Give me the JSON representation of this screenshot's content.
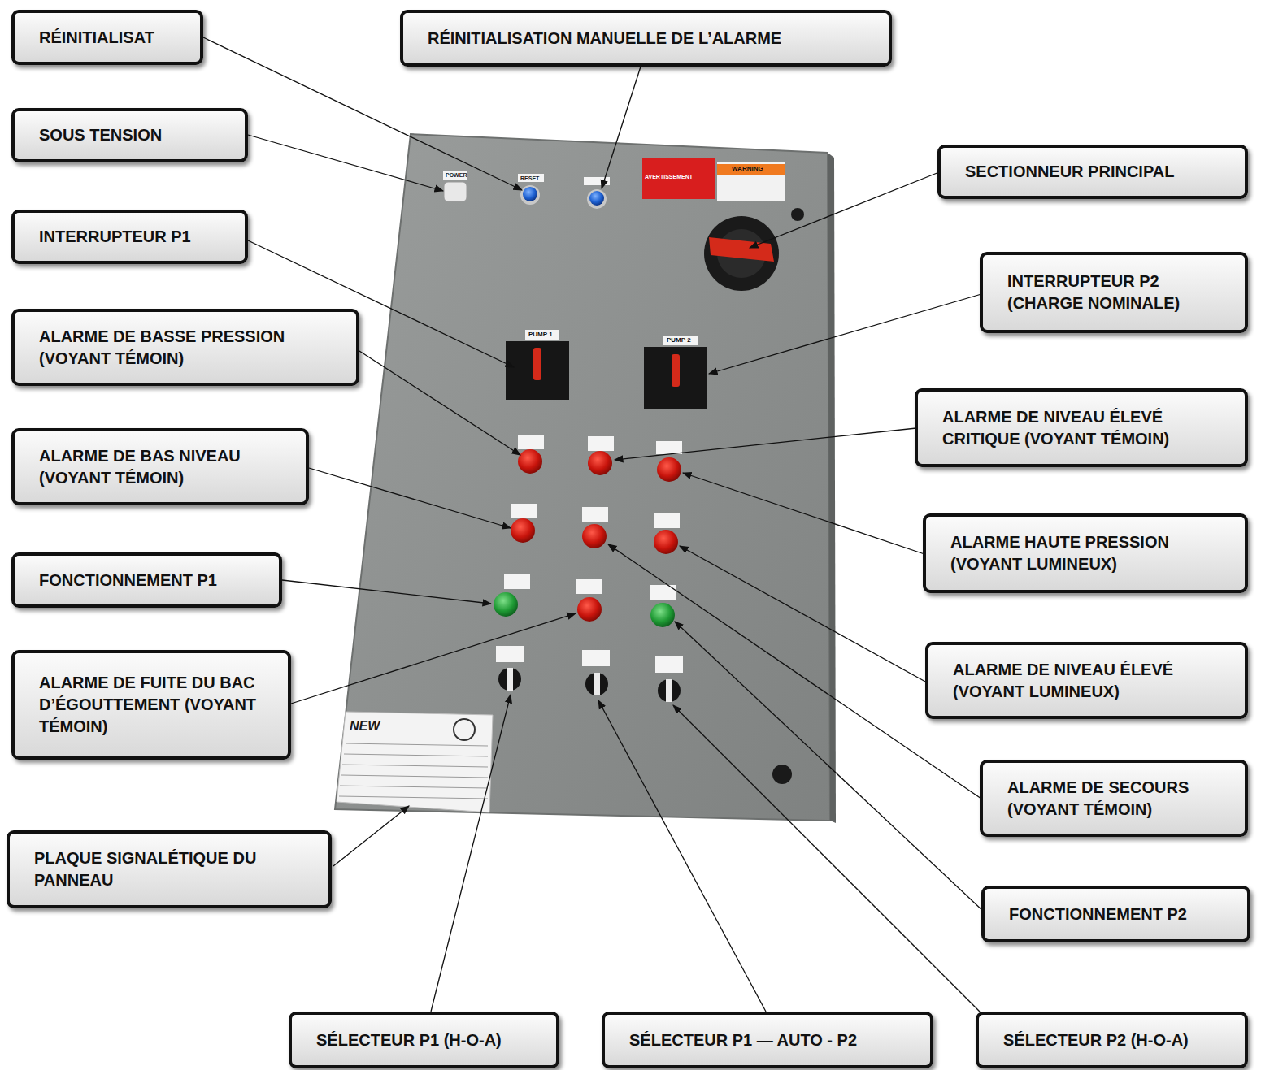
{
  "diagram": {
    "nodes": [
      {
        "text": [
          "RÉINITIALISAT"
        ]
      },
      {
        "text": [
          "RÉINITIALISATION MANUELLE DE L’ALARME"
        ]
      },
      {
        "text": [
          "SOUS TENSION"
        ]
      },
      {
        "text": [
          "SECTIONNEUR PRINCIPAL"
        ]
      },
      {
        "text": [
          "INTERRUPTEUR P1"
        ]
      },
      {
        "text": [
          "INTERRUPTEUR P2 (CHARGE NOMINALE)"
        ]
      },
      {
        "text": [
          "ALARME DE BASSE PRESSION (VOYANT TÉMOIN)"
        ]
      },
      {
        "text": [
          "ALARME DE NIVEAU ÉLEVÉ CRITIQUE (VOYANT TÉMOIN)"
        ]
      },
      {
        "text": [
          "ALARME DE BAS NIVEAU (VOYANT TÉMOIN)"
        ]
      },
      {
        "text": [
          "ALARME HAUTE PRESSION (VOYANT LUMINEUX)"
        ]
      },
      {
        "text": [
          "FONCTIONNEMENT P1"
        ]
      },
      {
        "text": [
          "ALARME DE FUITE DU BAC D’ÉGOUTTEMENT (VOYANT TÉMOIN)"
        ]
      },
      {
        "text": [
          "ALARME DE NIVEAU ÉLEVÉ (VOYANT LUMINEUX)"
        ]
      },
      {
        "text": [
          "ALARME DE SECOURS (VOYANT TÉMOIN)"
        ]
      },
      {
        "text": [
          "PLAQUE SIGNALÉTIQUE DU PANNEAU"
        ]
      },
      {
        "text": [
          "FONCTIONNEMENT P2"
        ]
      },
      {
        "text": [
          "SÉLECTEUR P1 (H-O-A)"
        ]
      },
      {
        "text": [
          "SÉLECTEUR P1 — AUTO - P2"
        ]
      },
      {
        "text": [
          "SÉLECTEUR P2 (H-O-A)"
        ]
      }
    ],
    "labels": [
      "POWER",
      "RESET",
      "WARNING",
      "AVERTISSEMENT",
      "PUMP 1",
      "PUMP 2",
      "NEW"
    ]
  }
}
